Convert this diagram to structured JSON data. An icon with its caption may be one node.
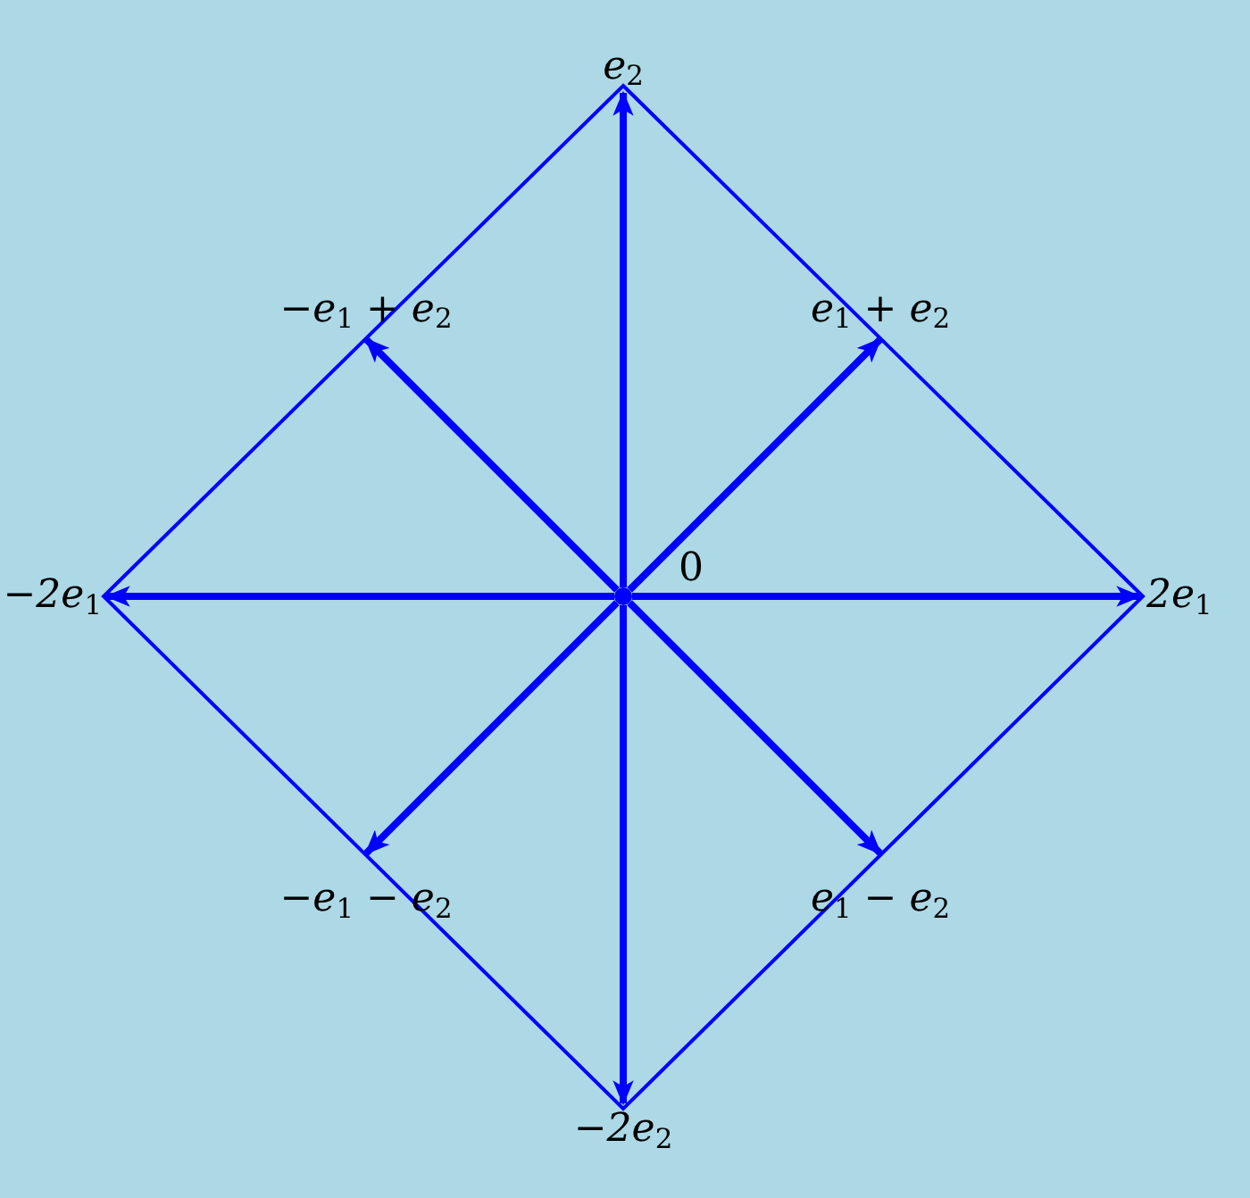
{
  "diagram": {
    "nodes": [
      {
        "text": [],
        "shape": "circle",
        "beside": [
          "0"
        ]
      },
      {
        "text": [
          "e$_{2}$"
        ]
      },
      {
        "text": [
          "−e$_{1}$ + e$_{2}$"
        ]
      },
      {
        "text": [
          "e$_{1}$ + e$_{2}$"
        ]
      },
      {
        "text": [
          "−2e$_{1}$"
        ]
      },
      {
        "text": [
          "2e$_{1}$"
        ]
      },
      {
        "text": [
          "−e$_{1}$ − e$_{2}$"
        ]
      },
      {
        "text": [
          "e$_{1}$ − e$_{2}$"
        ]
      },
      {
        "text": [
          "−2e$_{2}$"
        ]
      }
    ],
    "edges": [
      {
        "from": 0,
        "to": 1,
        "arrow": "to"
      },
      {
        "from": 0,
        "to": 2,
        "arrow": "to"
      },
      {
        "from": 0,
        "to": 3,
        "arrow": "to"
      },
      {
        "from": 0,
        "to": 4,
        "arrow": "to"
      },
      {
        "from": 0,
        "to": 5,
        "arrow": "to"
      },
      {
        "from": 0,
        "to": 6,
        "arrow": "to"
      },
      {
        "from": 0,
        "to": 7,
        "arrow": "to"
      },
      {
        "from": 0,
        "to": 8,
        "arrow": "to"
      }
    ]
  }
}
